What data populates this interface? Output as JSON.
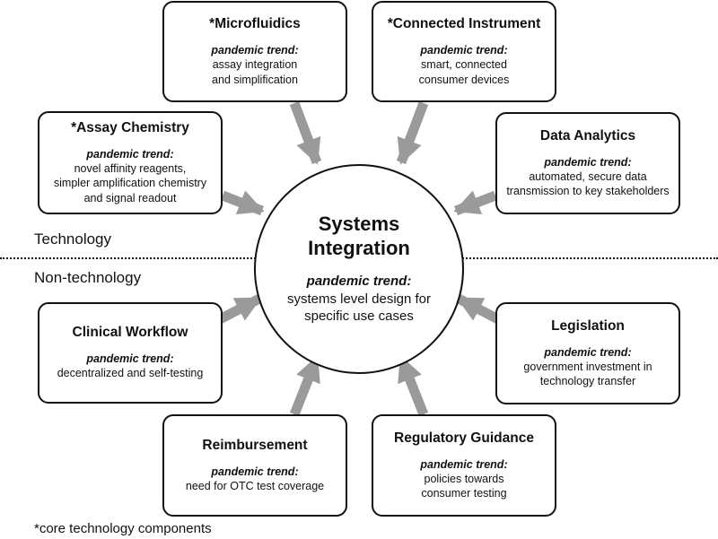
{
  "center": {
    "title": "Systems\nIntegration",
    "trend_label": "pandemic trend:",
    "trend_text": "systems level design for\nspecific use cases"
  },
  "boxes": [
    {
      "id": "microfluidics",
      "title": "*Microfluidics",
      "trend_label": "pandemic trend:",
      "trend_text": "assay integration\nand simplification"
    },
    {
      "id": "connected-instrument",
      "title": "*Connected Instrument",
      "trend_label": "pandemic trend:",
      "trend_text": "smart, connected\nconsumer devices"
    },
    {
      "id": "assay-chemistry",
      "title": "*Assay Chemistry",
      "trend_label": "pandemic trend:",
      "trend_text": "novel affinity reagents,\nsimpler amplification chemistry\nand signal readout"
    },
    {
      "id": "data-analytics",
      "title": "Data Analytics",
      "trend_label": "pandemic trend:",
      "trend_text": "automated, secure data\ntransmission to key stakeholders"
    },
    {
      "id": "clinical-workflow",
      "title": "Clinical Workflow",
      "trend_label": "pandemic trend:",
      "trend_text": "decentralized and self-testing"
    },
    {
      "id": "legislation",
      "title": "Legislation",
      "trend_label": "pandemic trend:",
      "trend_text": "government investment in\ntechnology transfer"
    },
    {
      "id": "reimbursement",
      "title": "Reimbursement",
      "trend_label": "pandemic trend:",
      "trend_text": "need for OTC test coverage"
    },
    {
      "id": "regulatory-guidance",
      "title": "Regulatory Guidance",
      "trend_label": "pandemic trend:",
      "trend_text": "policies towards\nconsumer testing"
    }
  ],
  "labels": {
    "technology": "Technology",
    "non_technology": "Non-technology",
    "footnote": "*core technology components"
  },
  "colors": {
    "arrow": "#9a9a9a",
    "border": "#111111",
    "background": "#ffffff"
  }
}
